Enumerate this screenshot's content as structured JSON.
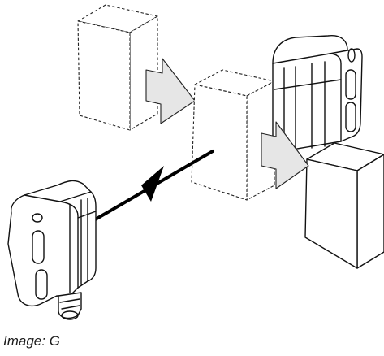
{
  "figure": {
    "caption": "Image: G"
  },
  "colors": {
    "line": "#111111",
    "arrow_fill": "#e6e6e6",
    "background": "#ffffff"
  },
  "icons": [
    "sensor-emitter",
    "sensor-receiver",
    "object-box",
    "motion-arrow",
    "light-beam"
  ]
}
